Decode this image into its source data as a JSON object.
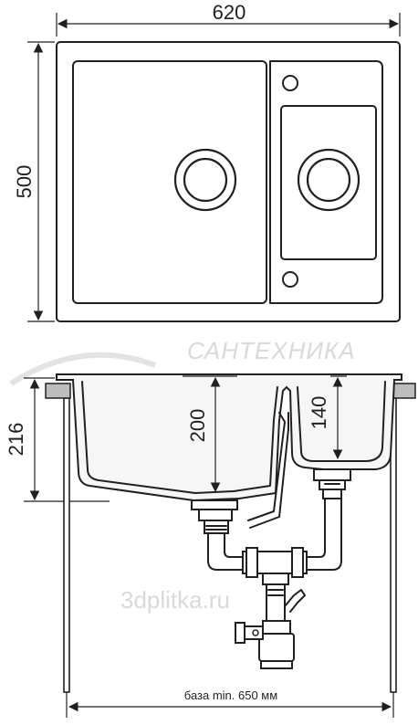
{
  "top_view": {
    "width_label": "620",
    "depth_label": "500"
  },
  "side_view": {
    "height_label": "216",
    "big_bowl_depth_label": "200",
    "small_bowl_depth_label": "140",
    "base_label": "база min. 650 мм"
  },
  "watermarks": {
    "brand": "САНТЕХНИКА",
    "site": "3dplitka.ru"
  }
}
